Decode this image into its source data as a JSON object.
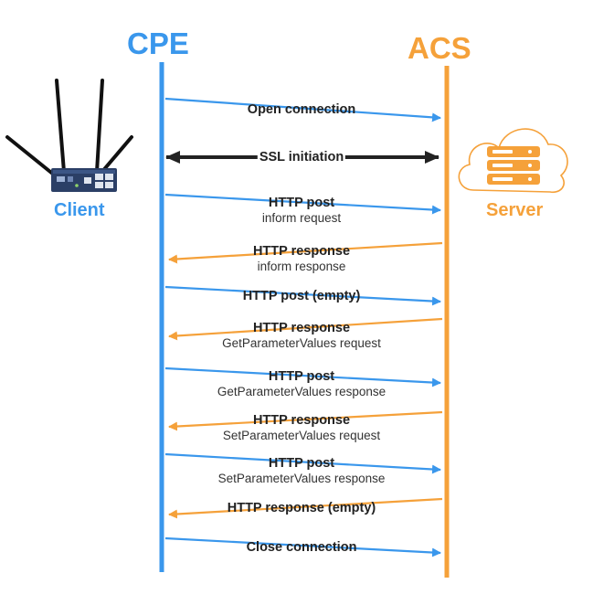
{
  "participants": {
    "cpe": {
      "label": "CPE",
      "color": "#3a97ec"
    },
    "acs": {
      "label": "ACS",
      "color": "#f5a13a"
    }
  },
  "devices": {
    "client": {
      "label": "Client",
      "icon": "router-icon",
      "color": "#3a97ec"
    },
    "server": {
      "label": "Server",
      "icon": "cloud-server-icon",
      "color": "#f5a13a"
    }
  },
  "messages": [
    {
      "direction": "cpe-to-acs",
      "primary": "Open connection",
      "secondary": ""
    },
    {
      "direction": "both",
      "primary": "SSL initiation",
      "secondary": ""
    },
    {
      "direction": "cpe-to-acs",
      "primary": "HTTP post",
      "secondary": "inform request"
    },
    {
      "direction": "acs-to-cpe",
      "primary": "HTTP response",
      "secondary": "inform response"
    },
    {
      "direction": "cpe-to-acs",
      "primary": "HTTP post (empty)",
      "secondary": ""
    },
    {
      "direction": "acs-to-cpe",
      "primary": "HTTP response",
      "secondary": "GetParameterValues request"
    },
    {
      "direction": "cpe-to-acs",
      "primary": "HTTP post",
      "secondary": "GetParameterValues response"
    },
    {
      "direction": "acs-to-cpe",
      "primary": "HTTP response",
      "secondary": "SetParameterValues request"
    },
    {
      "direction": "cpe-to-acs",
      "primary": "HTTP post",
      "secondary": "SetParameterValues response"
    },
    {
      "direction": "acs-to-cpe",
      "primary": "HTTP response (empty)",
      "secondary": ""
    },
    {
      "direction": "cpe-to-acs",
      "primary": "Close connection",
      "secondary": ""
    }
  ]
}
